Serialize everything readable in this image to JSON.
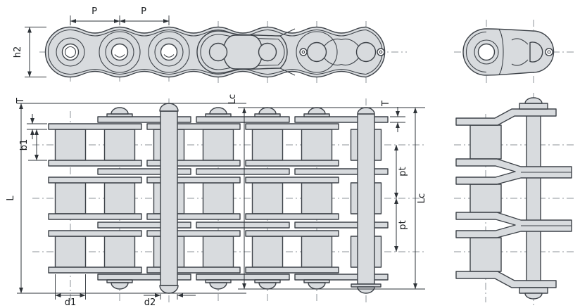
{
  "figure": "roller-chain-engineering-drawing",
  "side_view": {
    "pitch_label_1": "P",
    "pitch_label_2": "P",
    "plate_height_label": "h2"
  },
  "plan_view": {
    "plate_thickness_left": "T",
    "plate_thickness_right": "T",
    "connecting_pin_length_mid": "Lc",
    "connecting_pin_length_right": "Lc",
    "inner_width_label": "b1",
    "overall_pin_length_label": "L",
    "transverse_pitch_upper": "pt",
    "transverse_pitch_lower": "pt",
    "roller_diameter_label": "d1",
    "pin_diameter_label": "d2"
  },
  "colors": {
    "background": "#ffffff",
    "part_fill": "#d8dbde",
    "outline": "#3d4248",
    "centerline": "#8e9398",
    "dimension": "#2e3338",
    "text": "#16191c"
  }
}
